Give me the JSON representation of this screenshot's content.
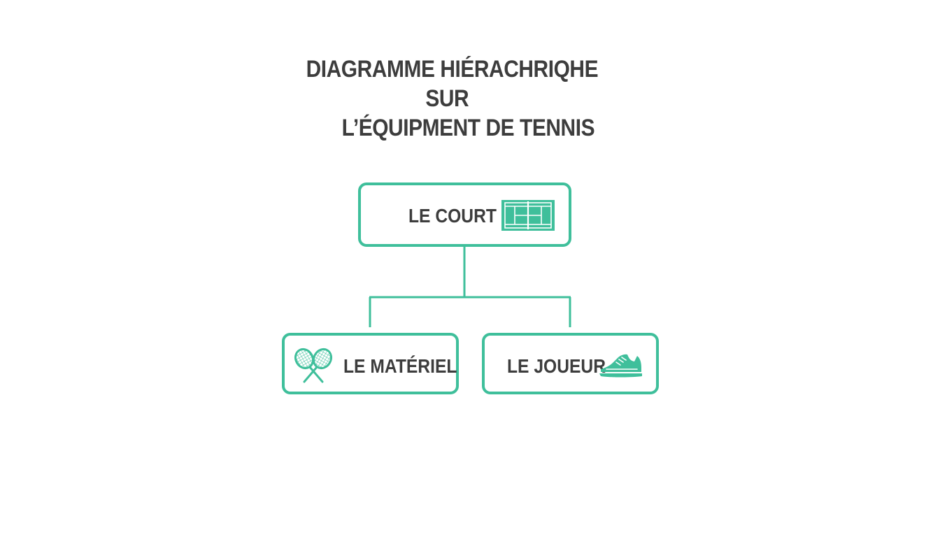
{
  "title": {
    "line1": "DIAGRAMME HIÉRACHRIQHE",
    "line2": "SUR",
    "line3": "L’ÉQUIPMENT DE TENNIS"
  },
  "colors": {
    "accent": "#3fbf9b",
    "text": "#3d3d3d",
    "background": "#ffffff"
  },
  "nodes": {
    "root": {
      "label": "LE COURT",
      "icon": "tennis-court-icon"
    },
    "left": {
      "label": "LE MATÉRIEL",
      "icon": "crossed-rackets-icon"
    },
    "right": {
      "label": "LE JOUEUR",
      "icon": "sneaker-icon"
    }
  }
}
